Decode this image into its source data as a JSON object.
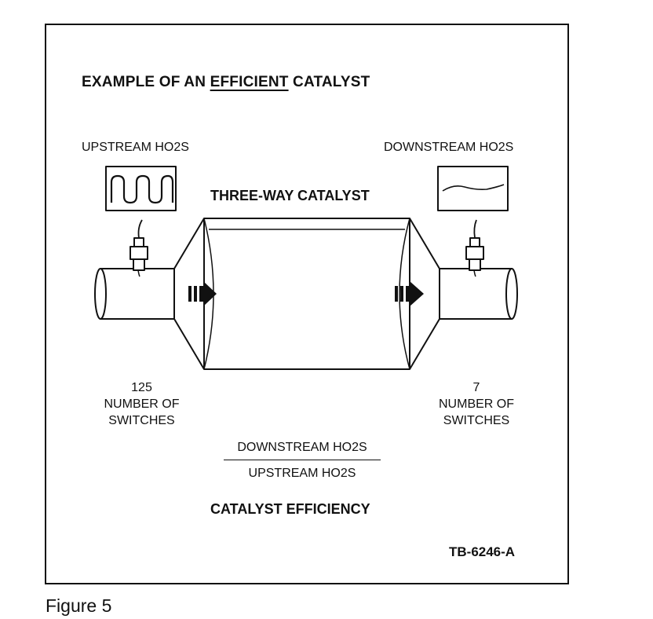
{
  "diagram": {
    "title_prefix": "EXAMPLE OF AN ",
    "title_emphasis": "EFFICIENT",
    "title_suffix": " CATALYST",
    "upstream_label": "UPSTREAM HO2S",
    "downstream_label": "DOWNSTREAM HO2S",
    "catalyst_label": "THREE-WAY CATALYST",
    "upstream_switches": {
      "count": "125",
      "line1": "NUMBER OF",
      "line2": "SWITCHES"
    },
    "downstream_switches": {
      "count": "7",
      "line1": "NUMBER OF",
      "line2": "SWITCHES"
    },
    "ratio_numerator": "DOWNSTREAM HO2S",
    "ratio_denominator": "UPSTREAM HO2S",
    "efficiency_label": "CATALYST EFFICIENCY",
    "reference_code": "TB-6246-A"
  },
  "caption": "Figure 5"
}
